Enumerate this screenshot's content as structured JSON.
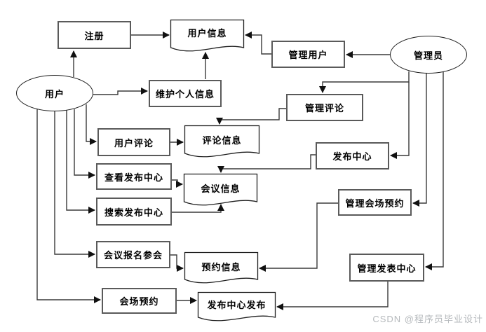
{
  "diagram_type": "data-flow-diagram",
  "nodes": {
    "user": "用户",
    "admin": "管理员",
    "register": "注册",
    "user_info": "用户信息",
    "manage_user": "管理用户",
    "maintain_personal_info": "维护个人信息",
    "manage_comment": "管理评论",
    "user_comment": "用户评论",
    "comment_info": "评论信息",
    "publish_center": "发布中心",
    "view_publish_center": "查看发布中心",
    "meeting_info": "会议信息",
    "search_publish_center": "搜索发布中心",
    "manage_venue_reservation": "管理会场预约",
    "meeting_signup": "会议报名参会",
    "reservation_info": "预约信息",
    "manage_publish_center": "管理发表中心",
    "venue_reservation": "会场预约",
    "publish_center_publish": "发布中心发布"
  },
  "flows": [
    "用户→注册",
    "注册→用户信息",
    "用户→维护个人信息",
    "维护个人信息→用户信息",
    "管理员→管理用户",
    "管理用户→用户信息",
    "管理员→管理评论",
    "管理评论→评论信息",
    "用户→用户评论",
    "用户评论→评论信息",
    "用户→查看发布中心",
    "查看发布中心→会议信息",
    "用户→搜索发布中心",
    "搜索发布中心→会议信息",
    "管理员→发布中心",
    "发布中心→会议信息",
    "管理员→管理会场预约",
    "管理会场预约→预约信息",
    "用户→会议报名参会",
    "会议报名参会→预约信息",
    "用户→会场预约",
    "会场预约→发布中心发布",
    "管理员→管理发表中心",
    "管理发表中心→发布中心发布"
  ],
  "watermark": "CSDN @程序员毕业设计",
  "colors": {
    "background": "#ffffff",
    "process_border": "#5a5a5a",
    "doc_border": "#1f1f1f",
    "flow_line": "#3a3a3a",
    "arrow_fill": "#111111",
    "text": "#000000",
    "watermark": "#b5b9bc"
  }
}
